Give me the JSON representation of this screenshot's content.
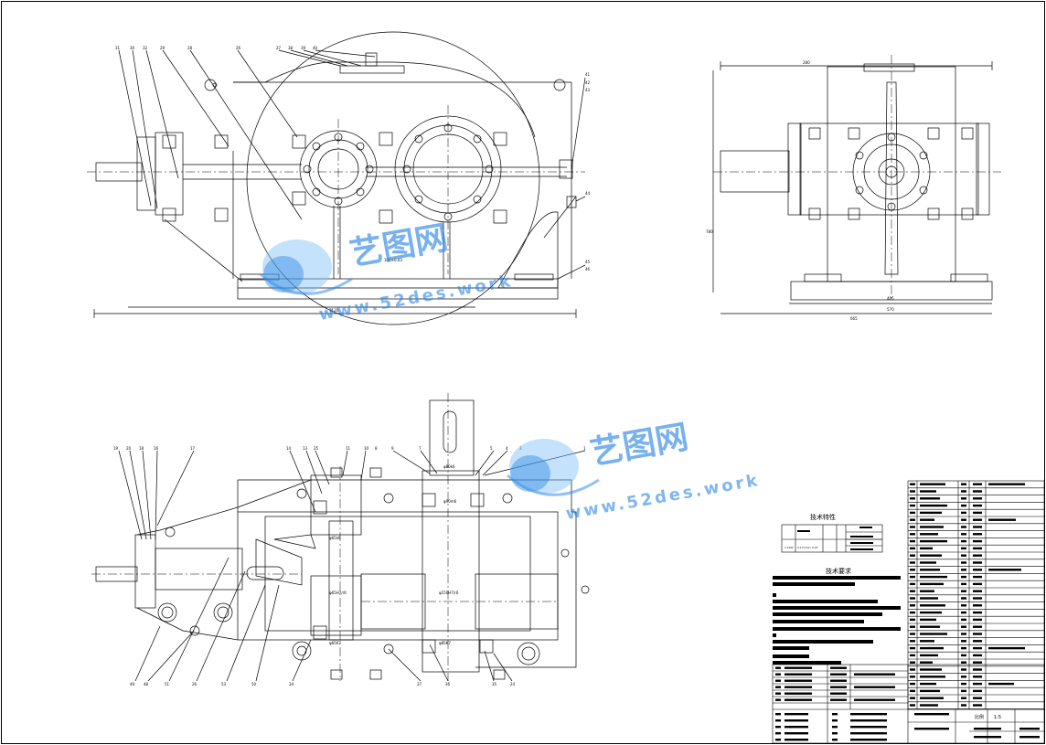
{
  "drawing": {
    "title": "Gear Reducer Assembly Drawing",
    "sheet": "A1",
    "colors": {
      "line": "#000000",
      "background": "#ffffff",
      "watermark": "#2a86e6",
      "watermark_light": "#7fc1f5"
    }
  },
  "watermarks": [
    {
      "brand": "艺图网",
      "url": "www.52des.work"
    },
    {
      "brand": "艺图网",
      "url": "www.52des.work"
    }
  ],
  "tech_characteristics": {
    "title": "技术特性"
  },
  "tech_requirements": {
    "title": "技术要求"
  },
  "title_block": {
    "scale_label": "比例",
    "scale_value": "1:5"
  }
}
